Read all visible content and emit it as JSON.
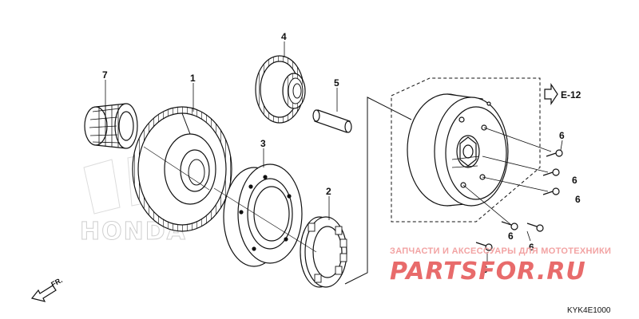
{
  "callouts": {
    "p1": "1",
    "p2": "2",
    "p3": "3",
    "p4": "4",
    "p5": "5",
    "p6a": "6",
    "p6b": "6",
    "p6c": "6",
    "p6d": "6",
    "p6e": "6",
    "p6f": "6",
    "p7": "7"
  },
  "reference": {
    "label": "E-12"
  },
  "direction": {
    "label": "FR."
  },
  "watermark": {
    "tagline": "ЗАПЧАСТИ И АКСЕССУАРЫ ДЛЯ МОТОТЕХНИКИ",
    "brand": "PARTSFOR.RU"
  },
  "logo": {
    "text": "HONDA"
  },
  "diagram_code": "KYK4E1000",
  "colors": {
    "line": "#111111",
    "watermark": "#e86b6b",
    "watermark_light": "#f2a3a3",
    "logo": "#cfcfcf"
  }
}
